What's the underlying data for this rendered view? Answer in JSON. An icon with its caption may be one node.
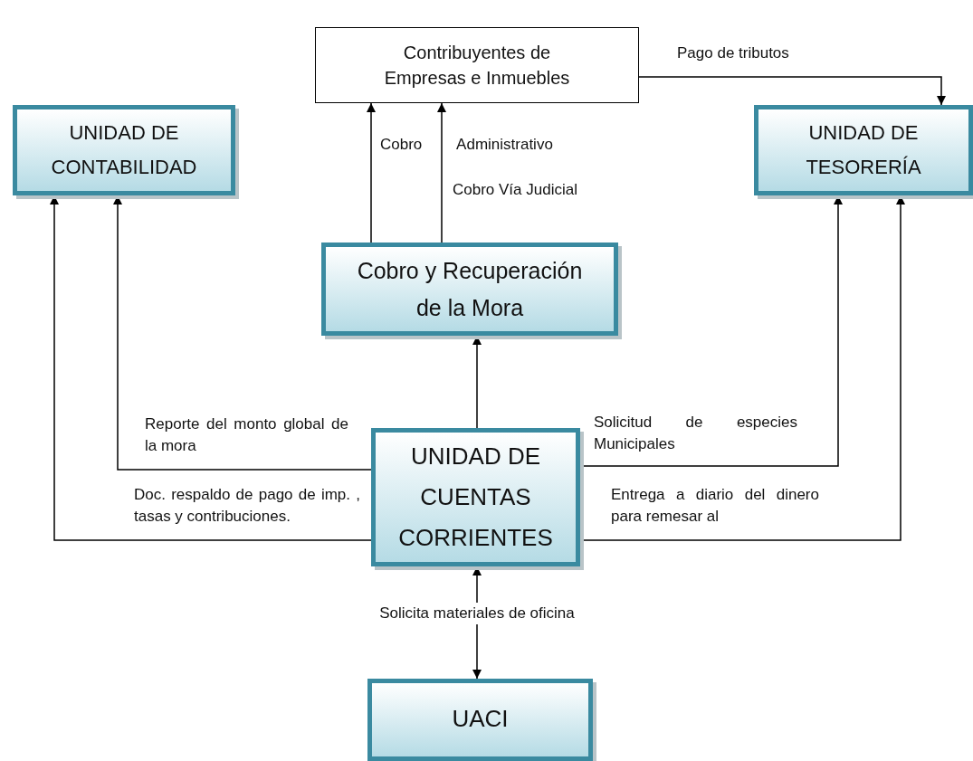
{
  "diagram": {
    "nodes": [
      {
        "text": [
          "Contribuyentes de Empresas e Inmuebles"
        ]
      },
      {
        "text": [
          "UNIDAD DE CONTABILIDAD"
        ]
      },
      {
        "text": [
          "UNIDAD DE TESORERÍA"
        ]
      },
      {
        "text": [
          "Cobro y Recuperación de la Mora"
        ]
      },
      {
        "text": [
          "UNIDAD DE CUENTAS CORRIENTES"
        ]
      },
      {
        "text": [
          "UACI"
        ]
      }
    ],
    "edges": [
      {
        "from": 0,
        "to": 2,
        "arrow": "to",
        "label": "Pago de tributos"
      },
      {
        "from": 3,
        "to": 0,
        "arrow": "to",
        "label": "Cobro Administrativo"
      },
      {
        "from": 3,
        "to": 0,
        "arrow": "to",
        "label": "Cobro Vía Judicial"
      },
      {
        "from": 4,
        "to": 1,
        "arrow": "to",
        "label": "Reporte del monto global de la mora"
      },
      {
        "from": 4,
        "to": 1,
        "arrow": "to",
        "label": "Doc. respaldo de pago de imp. , tasas y contribuciones."
      },
      {
        "from": 4,
        "to": 2,
        "arrow": "to",
        "label": "Solicitud de especies Municipales"
      },
      {
        "from": 4,
        "to": 2,
        "arrow": "to",
        "label": "Entrega a diario del dinero para remesar al"
      },
      {
        "from": 4,
        "to": 3,
        "arrow": "to"
      },
      {
        "from": 4,
        "to": 5,
        "arrow": "both",
        "label": "Solicita materiales de oficina"
      }
    ]
  }
}
